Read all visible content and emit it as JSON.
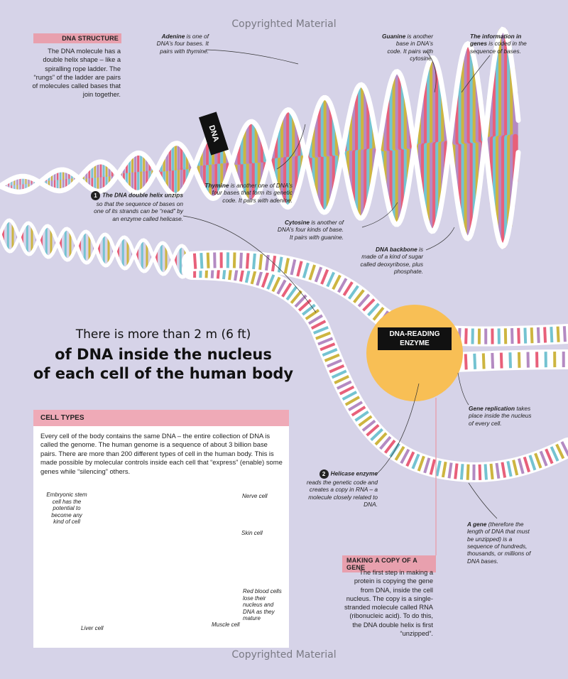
{
  "watermark": "Copyrighted Material",
  "dna_structure": {
    "header": "DNA STRUCTURE",
    "body": "The DNA molecule has a double helix shape – like a spiralling rope ladder. The “rungs” of the ladder are pairs of molecules called bases that join together."
  },
  "helix_tag": "DNA",
  "captions": {
    "adenine": {
      "term": "Adenine",
      "text": " is one of DNA’s four bases. It pairs with thymine."
    },
    "guanine": {
      "term": "Guanine",
      "text": " is another base in DNA’s code. It pairs with cytosine."
    },
    "information": {
      "term": "The information in genes",
      "text": " is coded in the sequence of bases."
    },
    "thymine": {
      "term": "Thymine",
      "text": " is another one of DNA’s four bases that form its genetic code. It pairs with adenine."
    },
    "cytosine": {
      "term": "Cytosine",
      "text": " is another of DNA’s four kinds of base. It pairs with guanine."
    },
    "backbone": {
      "term": "DNA backbone",
      "text": " is made of a kind of sugar called deoxyribose, plus phosphate."
    },
    "unzips": {
      "num": "1",
      "term": "The DNA double helix unzips",
      "text": " so that the sequence of bases on one of its strands can be “read” by an enzyme called helicase."
    },
    "replication": {
      "term": "Gene replication",
      "text": " takes place inside the nucleus of every cell."
    },
    "helicase": {
      "num": "2",
      "term": "Helicase enzyme",
      "text": " reads the genetic code and creates a copy in RNA – a molecule closely related to DNA."
    },
    "gene": {
      "term": "A gene",
      "text": " (therefore the length of DNA that must be unzipped) is a sequence of hundreds, thousands, or millions of DNA bases."
    }
  },
  "enzyme_label": "DNA-READING ENZYME",
  "headline": {
    "line1": "There is more than 2 m (6 ft)",
    "line2": "of DNA inside the nucleus",
    "line3": "of each cell of the human body"
  },
  "cell_types": {
    "header": "CELL TYPES",
    "body": "Every cell of the body contains the same DNA – the entire collection of DNA is called the genome. The human genome is a sequence of about 3 billion base pairs. There are more than 200 different types of cell in the human body. This is made possible by molecular controls inside each cell that “express” (enable) some genes while “silencing” others.",
    "labels": {
      "stem": "Embryonic stem cell has the potential to become any kind of cell",
      "nerve": "Nerve cell",
      "skin": "Skin cell",
      "rbc": "Red blood cells lose their nucleus and DNA as they mature",
      "muscle": "Muscle cell",
      "liver": "Liver cell"
    }
  },
  "gene_copy": {
    "header": "MAKING A COPY OF A GENE",
    "body": "The first step in making a protein is copying the gene from DNA, inside the cell nucleus. The copy is a single-stranded molecule called RNA (ribonucleic acid). To do this, the DNA double helix is first “unzipped”."
  },
  "colors": {
    "background": "#d6d3e8",
    "pink": "#e8607a",
    "cyan": "#74c3d1",
    "yellow": "#cdb540",
    "purple": "#b48ac2",
    "enzyme": "#f8bf55",
    "header_pink": "#e8a0ae"
  }
}
